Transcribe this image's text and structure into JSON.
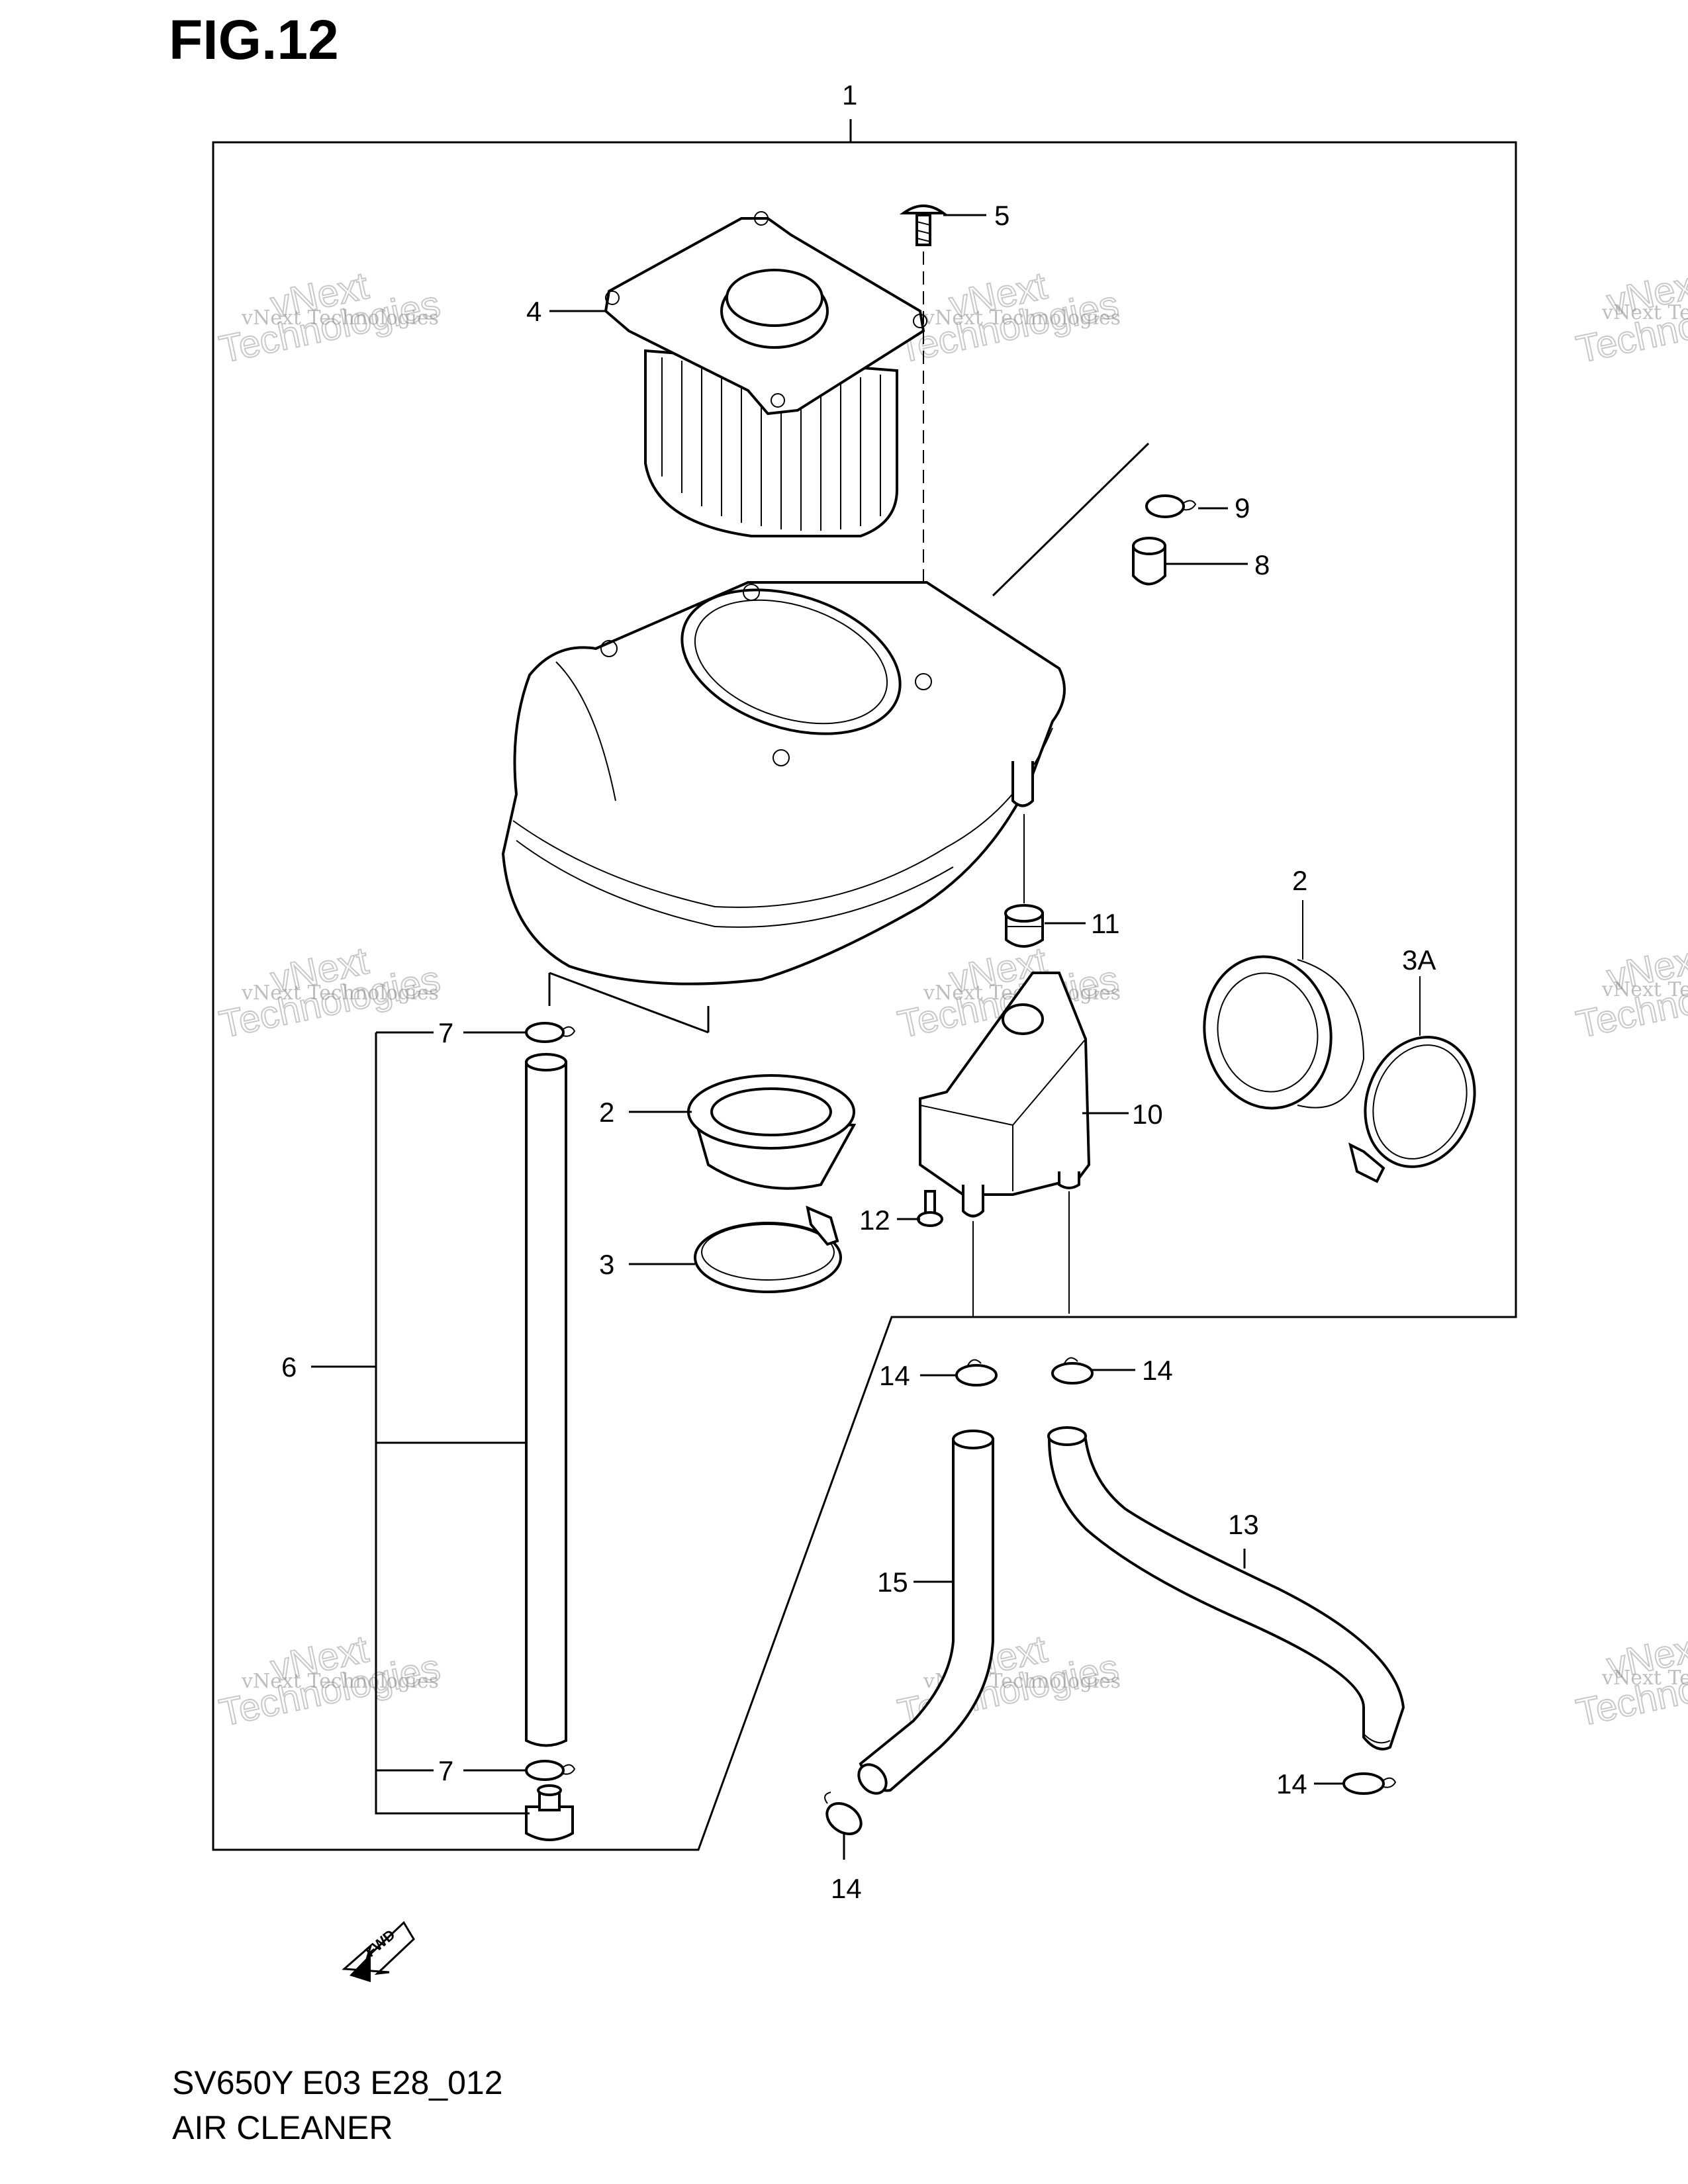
{
  "figure": {
    "title": "FIG.12",
    "model_code": "SV650Y E03 E28_012",
    "section_name": "AIR CLEANER",
    "fwd_label": "FWD"
  },
  "callouts": {
    "c1": "1",
    "c2a": "2",
    "c2b": "2",
    "c3": "3",
    "c3a": "3A",
    "c4": "4",
    "c5": "5",
    "c6": "6",
    "c7a": "7",
    "c7b": "7",
    "c8": "8",
    "c9": "9",
    "c10": "10",
    "c11": "11",
    "c12": "12",
    "c13": "13",
    "c14a": "14",
    "c14b": "14",
    "c14c": "14",
    "c14d": "14",
    "c15": "15"
  },
  "watermark": {
    "line1": "vNext Technologies",
    "line2": "Technologies",
    "line3": "vNext"
  }
}
